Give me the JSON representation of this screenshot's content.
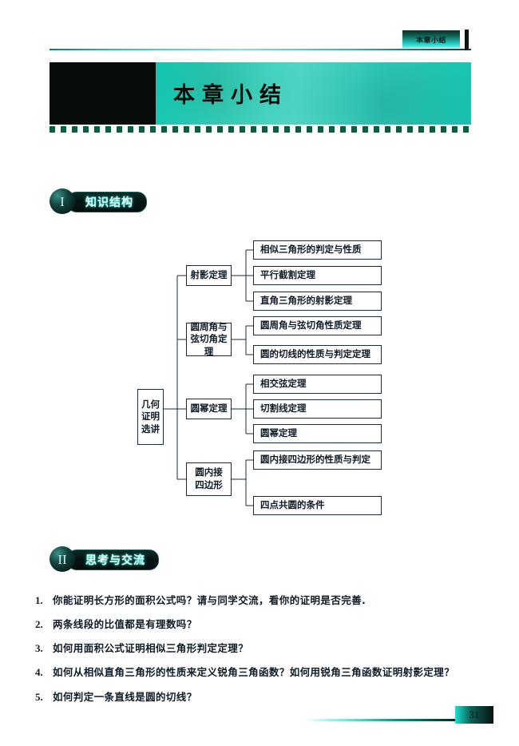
{
  "page": {
    "running_head": "本章小结",
    "page_number": "31"
  },
  "banner": {
    "title": "本章小结"
  },
  "sections": [
    {
      "roman": "I",
      "title": "知识结构"
    },
    {
      "roman": "II",
      "title": "思考与交流"
    }
  ],
  "tree": {
    "root": "几何\n证明\n选讲",
    "root_lines": [
      "几何",
      "证明",
      "选讲"
    ],
    "branches": [
      {
        "label_lines": [
          "射影定理"
        ],
        "children": [
          "相似三角形的判定与性质",
          "平行截割定理",
          "直角三角形的射影定理"
        ]
      },
      {
        "label_lines": [
          "圆周角与",
          "弦切角定理"
        ],
        "children": [
          "圆周角与弦切角性质定理",
          "圆的切线的性质与判定定理"
        ]
      },
      {
        "label_lines": [
          "圆幂定理"
        ],
        "children": [
          "相交弦定理",
          "切割线定理",
          "圆幂定理"
        ]
      },
      {
        "label_lines": [
          "圆内接",
          "四边形"
        ],
        "children": [
          "圆内接四边形的性质与判定",
          "四点共圆的条件"
        ]
      }
    ]
  },
  "questions": [
    {
      "num": "1.",
      "text": "你能证明长方形的面积公式吗？请与同学交流，看你的证明是否完善."
    },
    {
      "num": "2.",
      "text": "两条线段的比值都是有理数吗？"
    },
    {
      "num": "3.",
      "text": "如何用面积公式证明相似三角形判定定理？"
    },
    {
      "num": "4.",
      "text": "如何从相似直角三角形的性质来定义锐角三角函数？如何用锐角三角函数证明射影定理？"
    },
    {
      "num": "5.",
      "text": "如何判定一条直线是圆的切线？"
    }
  ],
  "colors": {
    "accent_cyan": "#2fe0cf",
    "ink": "#101b26",
    "banner_black": "#070b0a"
  }
}
